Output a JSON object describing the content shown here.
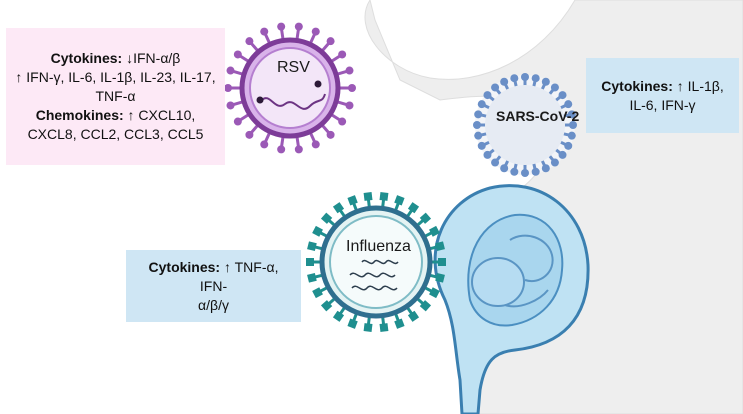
{
  "rsv": {
    "label": "RSV",
    "cytokines_title": "Cytokines:",
    "cytokines_line1": "↓IFN-α/β",
    "cytokines_line2": "↑ IFN-γ, IL-6, IL-1β, IL-23, IL-17,",
    "cytokines_line3": "TNF-α",
    "chemokines_title": "Chemokines:",
    "chemokines_line1": "↑ CXCL10,",
    "chemokines_line2": "CXCL8, CCL2, CCL3, CCL5"
  },
  "sars": {
    "label": "SARS-CoV-2",
    "cytokines_title": "Cytokines:",
    "cytokines_line1": "↑ IL-1β,",
    "cytokines_line2": "IL-6, IFN-γ"
  },
  "influenza": {
    "label": "Influenza",
    "cytokines_title": "Cytokines:",
    "cytokines_line1": "↑ TNF-α, IFN-",
    "cytokines_line2": "α/β/γ"
  },
  "colors": {
    "rsv_box": "#fde9f6",
    "blue_box": "#cfe6f4",
    "rsv_virus": "#9b59b6",
    "influenza_virus": "#1f8f8f",
    "sars_virus": "#6a8fc7"
  }
}
